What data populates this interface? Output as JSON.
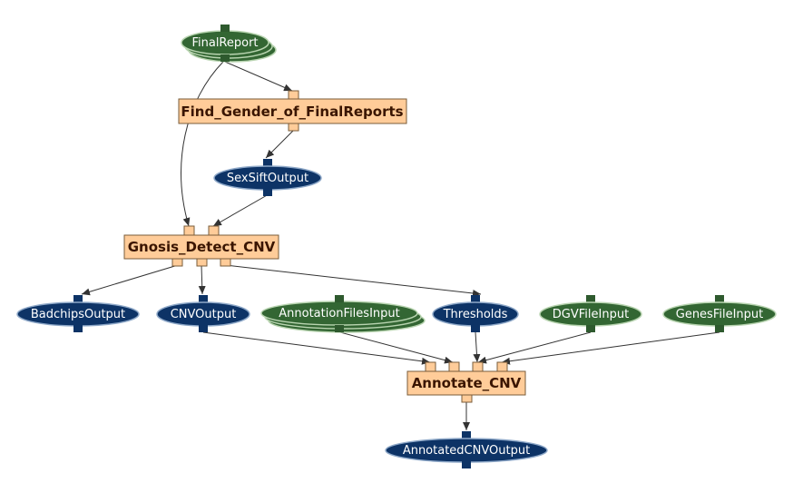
{
  "colors": {
    "input_fill": "#336633",
    "input_stroke": "#b8d4b0",
    "output_fill": "#0d3366",
    "output_stroke": "#8ea8c8",
    "port_fill": "#0d3366",
    "input_port_fill": "#2e5a2e",
    "process_fill": "#ffcc99",
    "process_stroke": "#7a5c3a",
    "edge": "#333333"
  },
  "nodes": {
    "final_report": "FinalReport",
    "find_gender": "Find_Gender_of_FinalReports",
    "sex_sift_output": "SexSiftOutput",
    "gnosis_detect_cnv": "Gnosis_Detect_CNV",
    "badchips_output": "BadchipsOutput",
    "cnv_output": "CNVOutput",
    "annotation_files_input": "AnnotationFilesInput",
    "thresholds": "Thresholds",
    "dgv_file_input": "DGVFileInput",
    "genes_file_input": "GenesFileInput",
    "annotate_cnv": "Annotate_CNV",
    "annotated_cnv_output": "AnnotatedCNVOutput"
  },
  "node_kinds": {
    "final_report": "input-collection",
    "find_gender": "process",
    "sex_sift_output": "output",
    "gnosis_detect_cnv": "process",
    "badchips_output": "output",
    "cnv_output": "output",
    "annotation_files_input": "input-collection",
    "thresholds": "output",
    "dgv_file_input": "input",
    "genes_file_input": "input",
    "annotate_cnv": "process",
    "annotated_cnv_output": "output"
  },
  "edges": [
    [
      "final_report",
      "find_gender"
    ],
    [
      "final_report",
      "gnosis_detect_cnv"
    ],
    [
      "find_gender",
      "sex_sift_output"
    ],
    [
      "sex_sift_output",
      "gnosis_detect_cnv"
    ],
    [
      "gnosis_detect_cnv",
      "badchips_output"
    ],
    [
      "gnosis_detect_cnv",
      "cnv_output"
    ],
    [
      "gnosis_detect_cnv",
      "thresholds"
    ],
    [
      "cnv_output",
      "annotate_cnv"
    ],
    [
      "annotation_files_input",
      "annotate_cnv"
    ],
    [
      "thresholds",
      "annotate_cnv"
    ],
    [
      "dgv_file_input",
      "annotate_cnv"
    ],
    [
      "genes_file_input",
      "annotate_cnv"
    ],
    [
      "annotate_cnv",
      "annotated_cnv_output"
    ]
  ]
}
